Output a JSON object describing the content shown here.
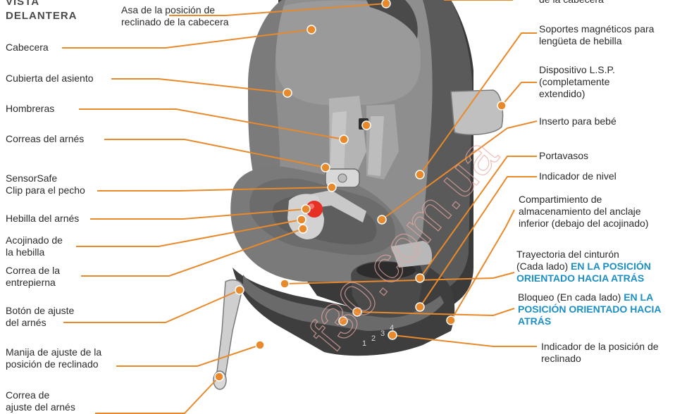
{
  "title": {
    "line1": "VISTA",
    "line2": "DELANTERA"
  },
  "labels": {
    "cabecera": "Cabecera",
    "cubierta": "Cubierta del asiento",
    "hombreras": "Hombreras",
    "correas_arnes": "Correas del arnés",
    "sensorsafe_l1": "SensorSafe",
    "sensorsafe_l2": "Clip para el pecho",
    "hebilla": "Hebilla del arnés",
    "acojinado_l1": "Acojinado de",
    "acojinado_l2": "la hebilla",
    "correa_entrepierna_l1": "Correa de la",
    "correa_entrepierna_l2": "entrepierna",
    "boton_l1": "Botón de ajuste",
    "boton_l2": "del arnés",
    "manija_l1": "Manija de ajuste de la",
    "manija_l2": "posición de reclinado",
    "correa_ajuste_l1": "Correa de",
    "correa_ajuste_l2": "ajuste del arnés",
    "asa_l1": "Asa de la posición de",
    "asa_l2": "reclinado de la cabecera",
    "cabecera_top_l1": "de la cabecera",
    "soportes_l1": "Soportes magnéticos para",
    "soportes_l2": "lengüeta de hebilla",
    "lsp_l1": "Dispositivo L.S.P.",
    "lsp_l2": "(completamente",
    "lsp_l3": "extendido)",
    "inserto": "Inserto para bebé",
    "portavasos": "Portavasos",
    "nivel": "Indicador de nivel",
    "compartimiento_l1": "Compartimiento de",
    "compartimiento_l2": "almacenamiento del anclaje",
    "compartimiento_l3": "inferior (debajo del acojinado)",
    "trayectoria_l1": "Trayectoria del cinturón",
    "trayectoria_l2a": "(Cada lado) ",
    "trayectoria_l2b": "EN LA POSICIÓN",
    "trayectoria_l3": "ORIENTADO HACIA ATRÁS",
    "bloqueo_l1a": "Bloqueo (En cada lado) ",
    "bloqueo_l1b": "EN LA",
    "bloqueo_l2": "POSICIÓN ORIENTADO HACIA",
    "bloqueo_l3": "ATRÁS",
    "indicador_reclinado_l1": "Indicador de la posición de",
    "indicador_reclinado_l2": "reclinado"
  },
  "base_numbers": [
    "1",
    "2",
    "3",
    "4"
  ],
  "watermark": "f30.com.ua",
  "colors": {
    "leader": "#e8892b",
    "highlight": "#1b8fc4",
    "text": "#2b2b2b",
    "seat_dark": "#3a3a3a",
    "seat_mid": "#8a8a8a",
    "seat_light": "#b4b4b4",
    "buckle_red": "#e63025"
  }
}
